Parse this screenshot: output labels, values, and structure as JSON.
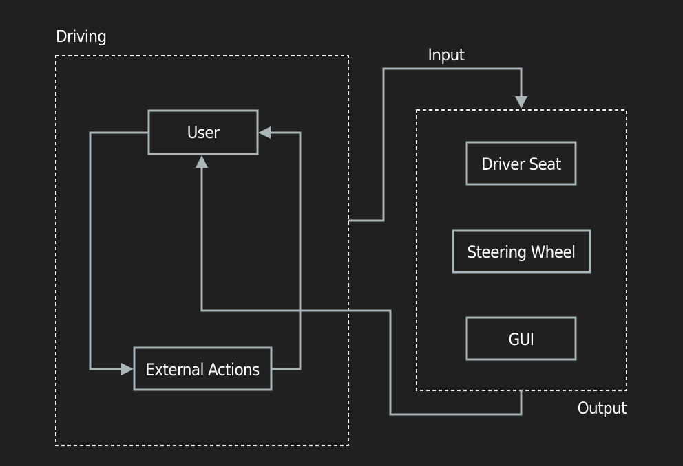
{
  "diagram": {
    "groups": {
      "driving": {
        "label": "Driving"
      },
      "output": {
        "label": "Output"
      }
    },
    "nodes": {
      "user": {
        "label": "User"
      },
      "external_actions": {
        "label": "External Actions"
      },
      "driver_seat": {
        "label": "Driver Seat"
      },
      "steering_wheel": {
        "label": "Steering Wheel"
      },
      "gui": {
        "label": "GUI"
      }
    },
    "edges": {
      "input": {
        "label": "Input"
      }
    },
    "colors": {
      "background": "#202020",
      "frame": "#f2f2f2",
      "connector": "#a9b5b6",
      "text": "#ffffff"
    }
  }
}
